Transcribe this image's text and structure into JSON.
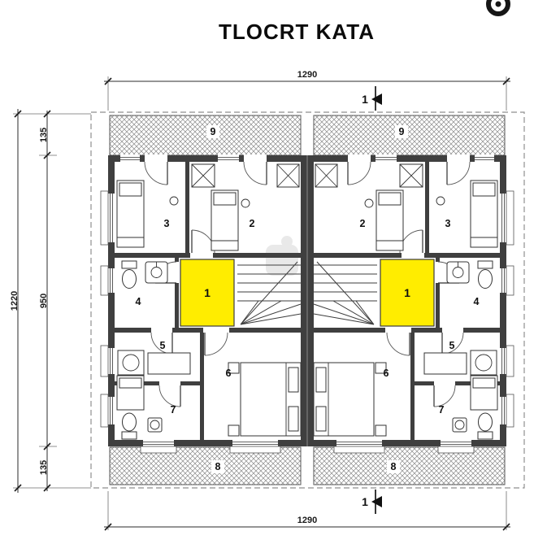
{
  "title": "TLOCRT KATA",
  "dimensions": {
    "top_width": "1290",
    "bottom_width": "1290",
    "left_total_height": "1220",
    "left_top_segment": "135",
    "left_middle_segment": "950",
    "left_bottom_segment": "135"
  },
  "section_markers": {
    "top": "1",
    "bottom": "1"
  },
  "room_labels": {
    "left_unit": {
      "landing": "1",
      "bedroom_center": "2",
      "bedroom_side": "3",
      "bathroom": "4",
      "room_five": "5",
      "room_six": "6",
      "room_seven": "7",
      "terrace_bottom": "8",
      "terrace_top": "9"
    },
    "right_unit": {
      "landing": "1",
      "bedroom_center": "2",
      "bedroom_side": "3",
      "bathroom": "4",
      "room_five": "5",
      "room_six": "6",
      "room_seven": "7",
      "terrace_bottom": "8",
      "terrace_top": "9"
    }
  },
  "colors": {
    "highlight": "#ffed00",
    "wall": "#3f3f3f"
  }
}
